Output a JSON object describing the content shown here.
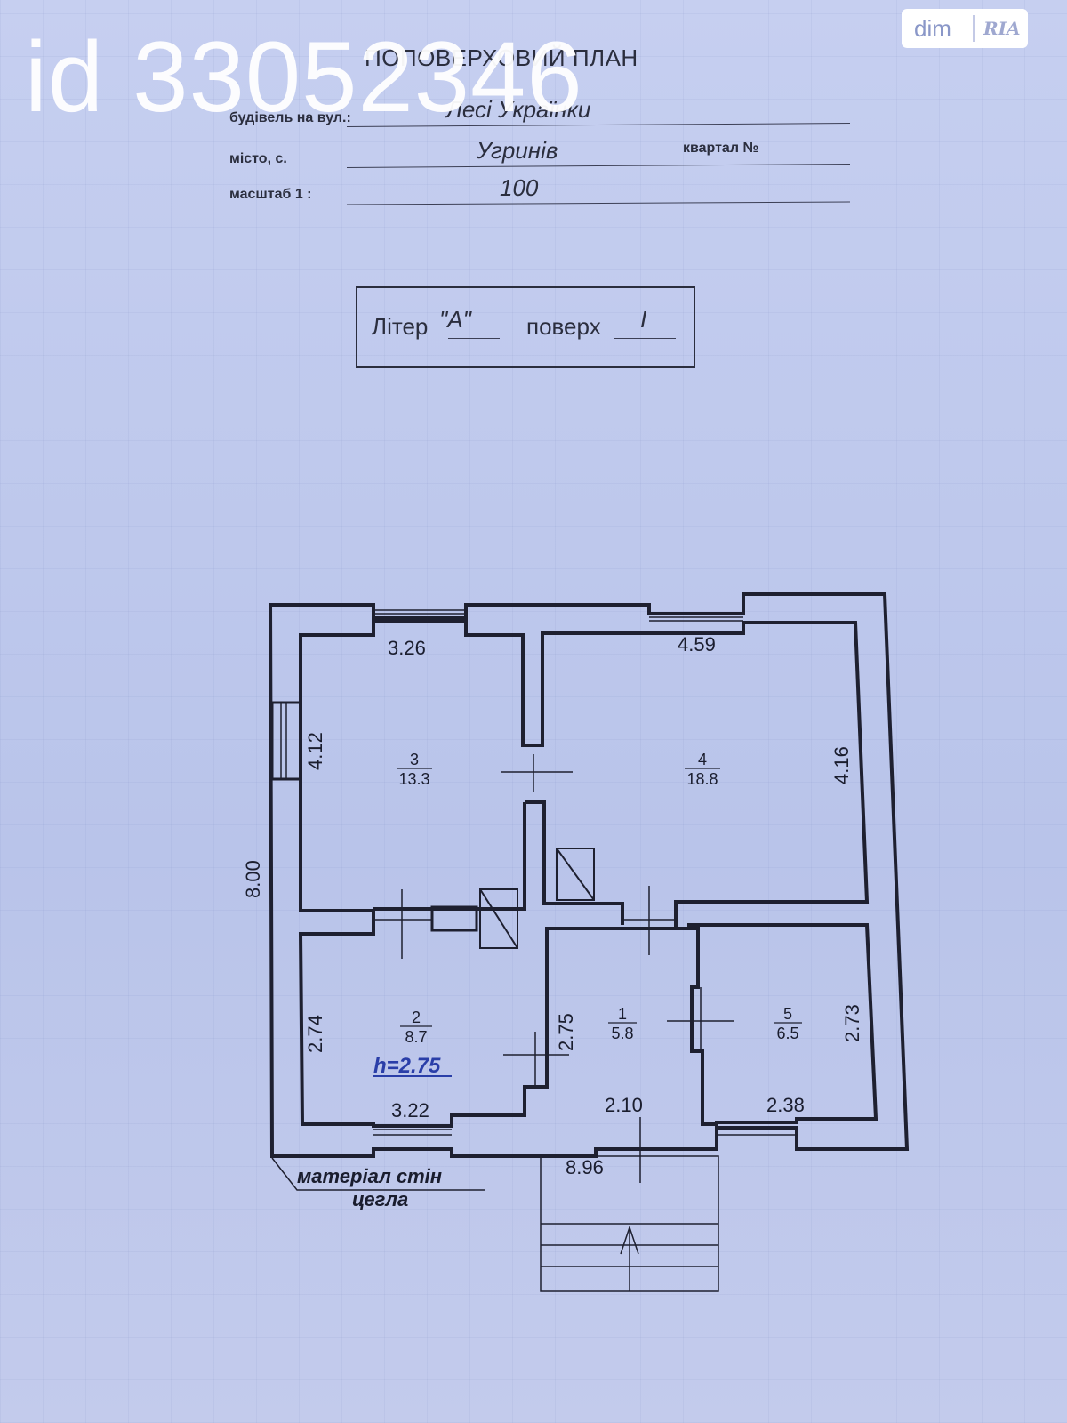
{
  "watermark": {
    "id_text": "id 33052346"
  },
  "logo": {
    "dim": "dim",
    "ria": "RIA"
  },
  "header": {
    "title": "ПОПОВЕРХОВИЙ ПЛАН",
    "street_label": "будівель на вул.:",
    "street_value": "Лесі Українки",
    "city_label": "місто, с.",
    "city_value": "Угринів",
    "quarter_label": "квартал №",
    "scale_label": "масштаб 1 :",
    "scale_value": "100"
  },
  "litera_box": {
    "litera_label": "Літер",
    "litera_value": "\"А\"",
    "floor_label": "поверх",
    "floor_value": "I"
  },
  "plan": {
    "wall_material_label": "матеріал стін",
    "wall_material_value": "цегла",
    "ceiling_height": "h=2.75",
    "rooms": [
      {
        "number": "3",
        "area": "13.3"
      },
      {
        "number": "4",
        "area": "18.8"
      },
      {
        "number": "2",
        "area": "8.7"
      },
      {
        "number": "1",
        "area": "5.8"
      },
      {
        "number": "5",
        "area": "6.5"
      }
    ],
    "dimensions": {
      "room3_width": "3.26",
      "room4_width": "4.59",
      "room3_height": "4.12",
      "room4_height": "4.16",
      "total_height": "8.00",
      "room2_height": "2.74",
      "room1_height": "2.75",
      "room5_height": "2.73",
      "room2_width": "3.22",
      "room1_width": "2.10",
      "room5_width": "2.38",
      "total_width": "8.96"
    }
  }
}
